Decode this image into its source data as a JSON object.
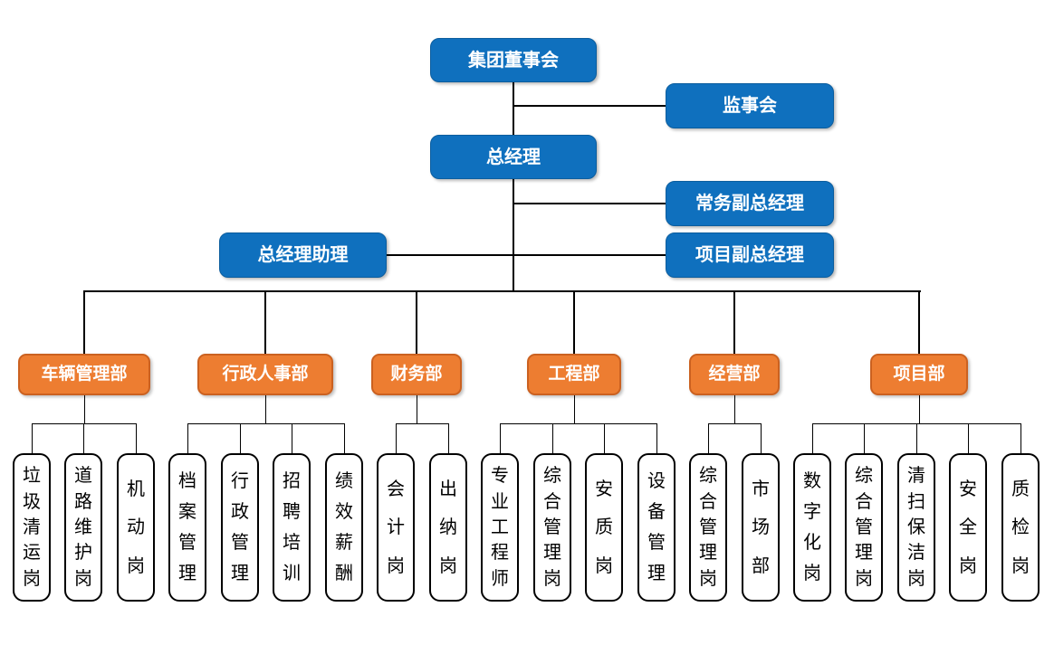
{
  "palette": {
    "blue": "#0f70be",
    "blue_border": "#0b5d9e",
    "orange": "#ed7d31",
    "orange_border": "#cb6120",
    "line": "#000000"
  },
  "executive": {
    "board": "集团董事会",
    "supervisory": "监事会",
    "gm": "总经理",
    "executive_deputy_gm": "常务副总经理",
    "gm_assistant": "总经理助理",
    "project_deputy_gm": "项目副总经理"
  },
  "departments": [
    {
      "label": "车辆管理部",
      "posts": [
        "垃圾清运岗",
        "道路维护岗",
        "机动岗"
      ]
    },
    {
      "label": "行政人事部",
      "posts": [
        "档案管理",
        "行政管理",
        "招聘培训",
        "绩效薪酬"
      ]
    },
    {
      "label": "财务部",
      "posts": [
        "会计岗",
        "出纳岗"
      ]
    },
    {
      "label": "工程部",
      "posts": [
        "专业工程师",
        "综合管理岗",
        "安质岗",
        "设备管理"
      ]
    },
    {
      "label": "经营部",
      "posts": [
        "综合管理岗",
        "市场部"
      ]
    },
    {
      "label": "项目部",
      "posts": [
        "数字化岗",
        "综合管理岗",
        "清扫保洁岗",
        "安全岗",
        "质检岗"
      ]
    }
  ]
}
